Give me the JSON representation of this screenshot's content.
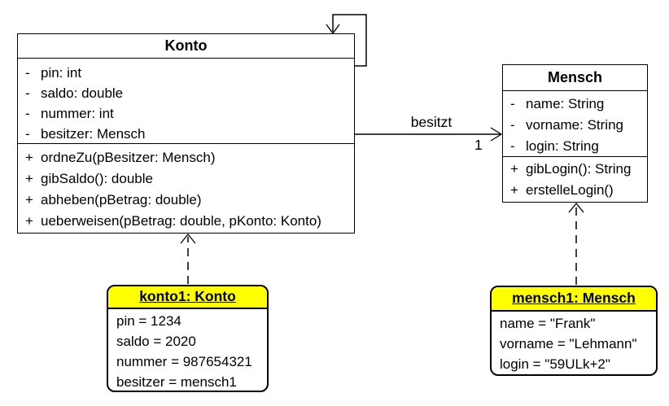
{
  "colors": {
    "background": "#ffffff",
    "line": "#000000",
    "text": "#000000",
    "object_header": "#ffff00"
  },
  "classes": {
    "konto": {
      "title": "Konto",
      "attributes": [
        {
          "vis": "-",
          "text": "pin: int"
        },
        {
          "vis": "-",
          "text": "saldo: double"
        },
        {
          "vis": "-",
          "text": "nummer: int"
        },
        {
          "vis": "-",
          "text": "besitzer: Mensch"
        }
      ],
      "methods": [
        {
          "vis": "+",
          "text": "ordneZu(pBesitzer: Mensch)"
        },
        {
          "vis": "+",
          "text": "gibSaldo(): double"
        },
        {
          "vis": "+",
          "text": "abheben(pBetrag: double)"
        },
        {
          "vis": "+",
          "text": "ueberweisen(pBetrag: double, pKonto: Konto)"
        }
      ]
    },
    "mensch": {
      "title": "Mensch",
      "attributes": [
        {
          "vis": "-",
          "text": "name: String"
        },
        {
          "vis": "-",
          "text": "vorname: String"
        },
        {
          "vis": "-",
          "text": "login: String"
        }
      ],
      "methods": [
        {
          "vis": "+",
          "text": "gibLogin(): String"
        },
        {
          "vis": "+",
          "text": "erstelleLogin()"
        }
      ]
    }
  },
  "objects": {
    "konto1": {
      "title": "konto1: Konto",
      "header_color": "#ffff00",
      "slots": [
        "pin = 1234",
        "saldo = 2020",
        "nummer = 987654321",
        "besitzer = mensch1"
      ]
    },
    "mensch1": {
      "title": "mensch1: Mensch",
      "header_color": "#ffff00",
      "slots": [
        "name = \"Frank\"",
        "vorname = \"Lehmann\"",
        "login = \"59ULk+2\""
      ]
    }
  },
  "associations": {
    "besitzt": {
      "label": "besitzt",
      "multiplicity": "1"
    }
  }
}
